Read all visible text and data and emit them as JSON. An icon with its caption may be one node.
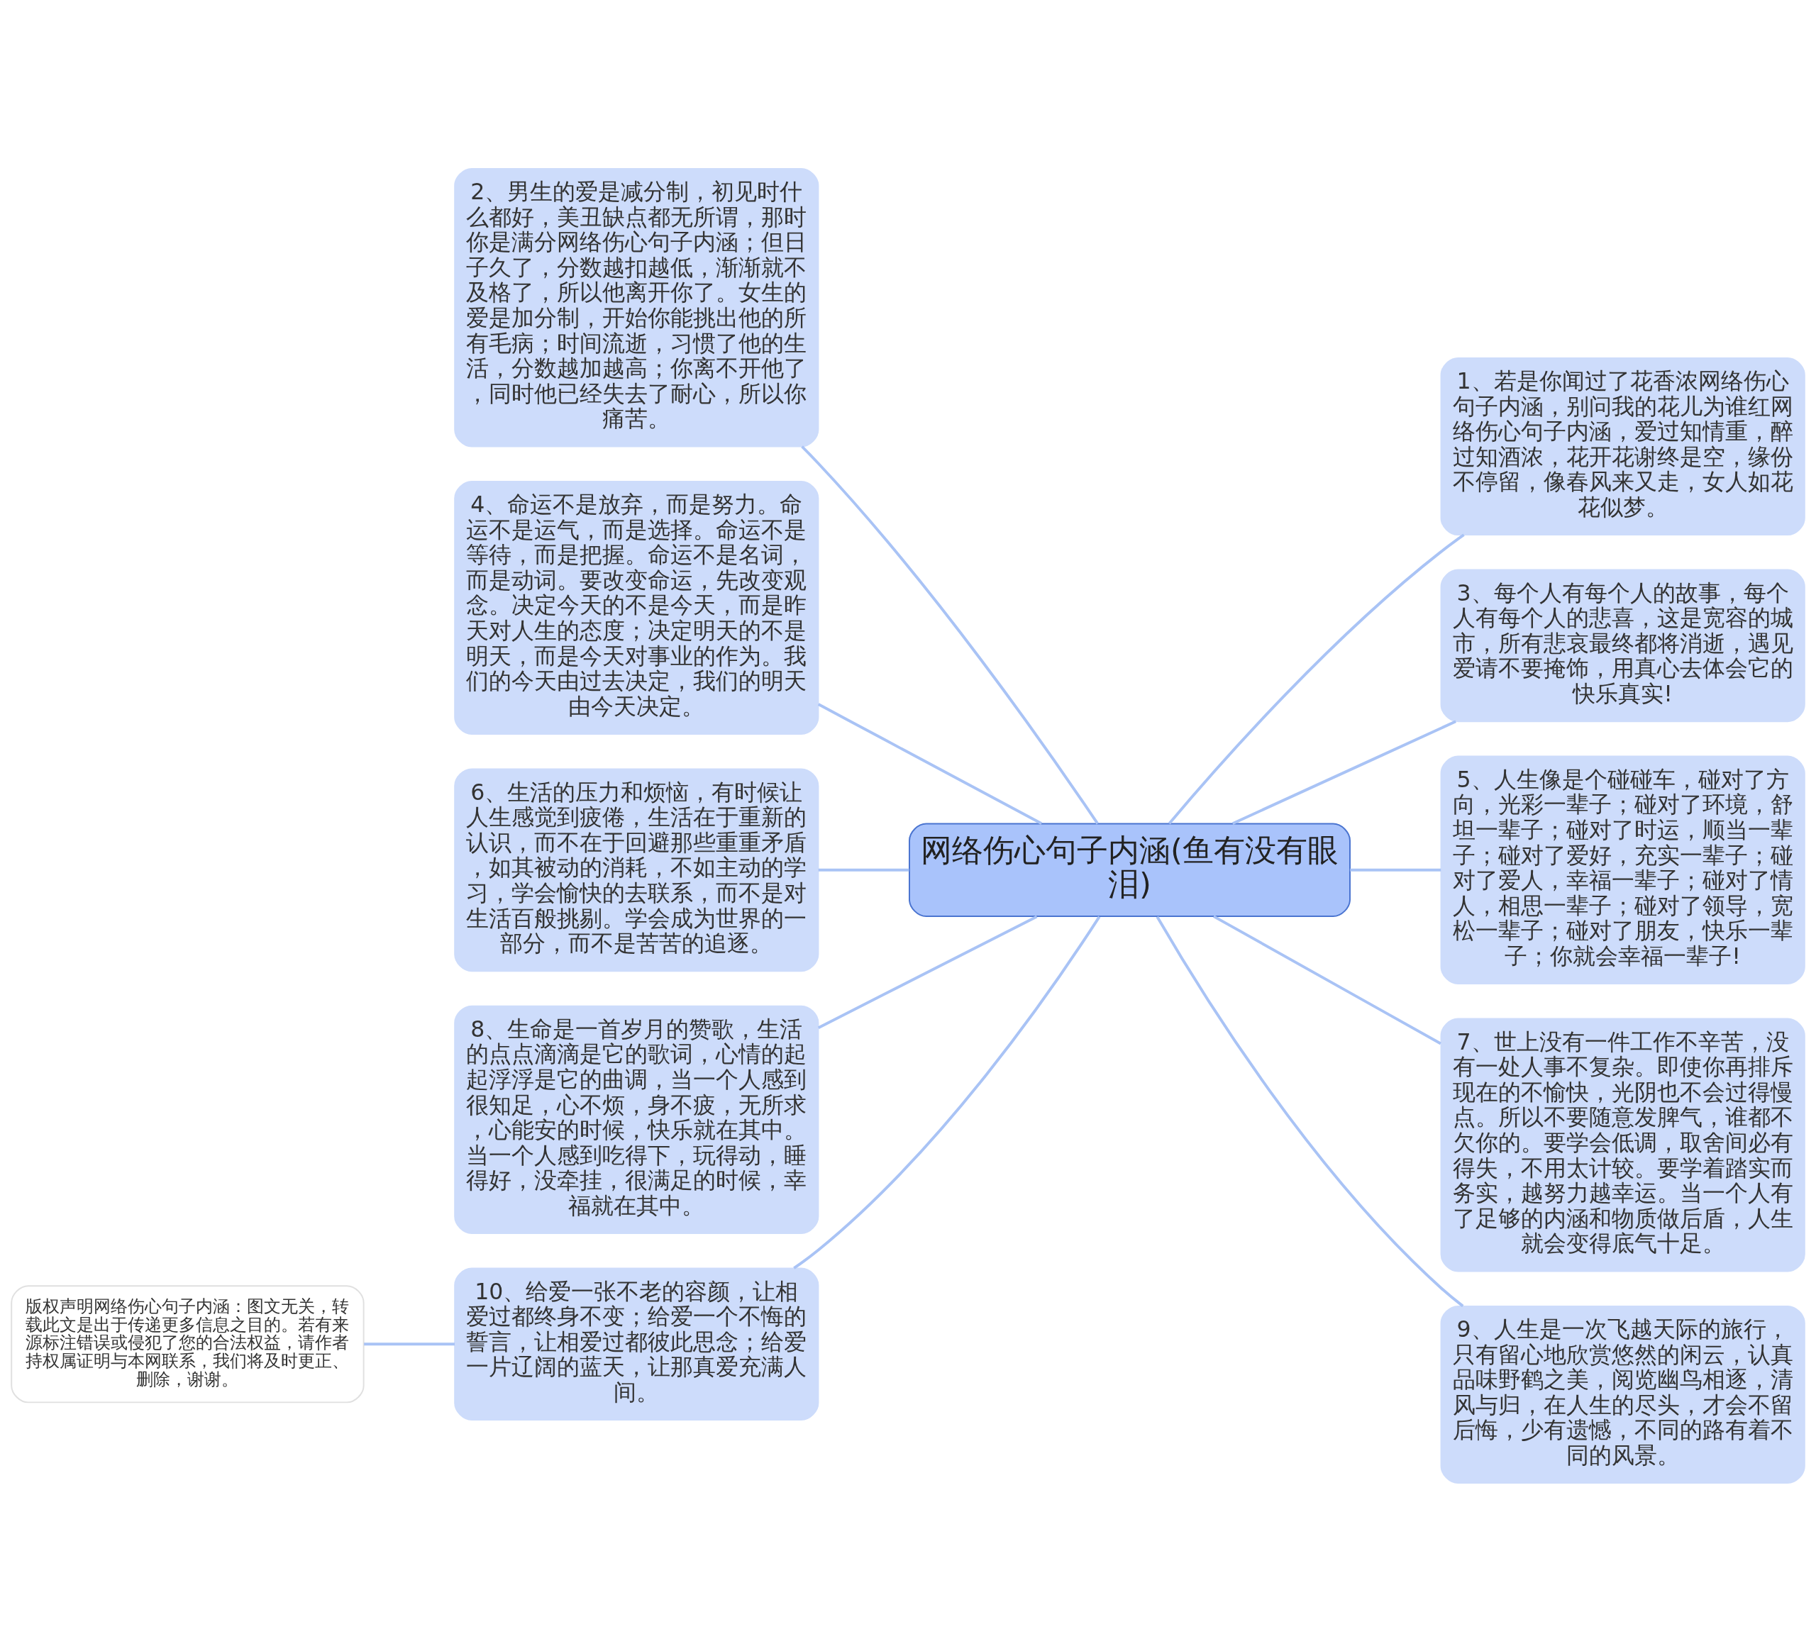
{
  "diagram": {
    "nodes": [
      {
        "text": [
          "网络伤心句子内涵(鱼有没有眼泪)"
        ]
      },
      {
        "text": [
          "1、若是你闻过了花香浓网络伤心句子内涵，别问我的花儿为谁红网络伤心句子内涵，爱过知情重，醉过知酒浓，花开花谢终是空，缘份不停留，像春风来又走，女人如花花似梦。"
        ]
      },
      {
        "text": [
          "2、男生的爱是减分制，初见时什么都好，美丑缺点都无所谓，那时你是满分网络伤心句子内涵；但日子久了，分数越扣越低，渐渐就不及格了，所以他离开你了。女生的爱是加分制，开始你能挑出他的所有毛病；时间流逝，习惯了他的生活，分数越加越高；你离不开他了，同时他已经失去了耐心，所以你痛苦。"
        ]
      },
      {
        "text": [
          "3、每个人有每个人的故事，每个人有每个人的悲喜，这是宽容的城市，所有悲哀最终都将消逝，遇见爱请不要掩饰，用真心去体会它的快乐真实!"
        ]
      },
      {
        "text": [
          "4、命运不是放弃，而是努力。命运不是运气，而是选择。命运不是等待，而是把握。命运不是名词，而是动词。要改变命运，先改变观念。决定今天的不是今天，而是昨天对人生的态度；决定明天的不是明天，而是今天对事业的作为。我们的今天由过去决定，我们的明天由今天决定。"
        ]
      },
      {
        "text": [
          "5、人生像是个碰碰车，碰对了方向，光彩一辈子；碰对了环境，舒坦一辈子；碰对了时运，顺当一辈子；碰对了爱好，充实一辈子；碰对了爱人，幸福一辈子；碰对了情人，相思一辈子；碰对了领导，宽松一辈子；碰对了朋友，快乐一辈子；你就会幸福一辈子!"
        ]
      },
      {
        "text": [
          "6、生活的压力和烦恼，有时候让人生感觉到疲倦，生活在于重新的认识，而不在于回避那些重重矛盾，如其被动的消耗，不如主动的学习，学会愉快的去联系，而不是对生活百般挑剔。学会成为世界的一部分，而不是苦苦的追逐。"
        ]
      },
      {
        "text": [
          "7、世上没有一件工作不辛苦，没有一处人事不复杂。即使你再排斥现在的不愉快，光阴也不会过得慢点。所以不要随意发脾气，谁都不欠你的。要学会低调，取舍间必有得失，不用太计较。要学着踏实而务实，越努力越幸运。当一个人有了足够的内涵和物质做后盾，人生就会变得底气十足。"
        ]
      },
      {
        "text": [
          "8、生命是一首岁月的赞歌，生活的点点滴滴是它的歌词，心情的起起浮浮是它的曲调，当一个人感到很知足，心不烦，身不疲，无所求，心能安的时候，快乐就在其中。当一个人感到吃得下，玩得动，睡得好，没牵挂，很满足的时候，幸福就在其中。"
        ]
      },
      {
        "text": [
          "9、人生是一次飞越天际的旅行，只有留心地欣赏悠然的闲云，认真品味野鹤之美，阅览幽鸟相逐，清风与归，在人生的尽头，才会不留后悔，少有遗憾，不同的路有着不同的风景。"
        ]
      },
      {
        "text": [
          "10、给爱一张不老的容颜，让相爱过都终身不变；给爱一个不悔的誓言，让相爱过都彼此思念；给爱一片辽阔的蓝天，让那真爱充满人间。"
        ]
      },
      {
        "text": [
          "版权声明网络伤心句子内涵：图文无关，转载此文是出于传递更多信息之目的。若有来源标注错误或侵犯了您的合法权益，请作者持权属证明与本网联系，我们将及时更正、删除，谢谢。"
        ]
      }
    ],
    "edges": [
      {
        "from": 0,
        "to": 1,
        "arrow": "none"
      },
      {
        "from": 2,
        "to": 0,
        "arrow": "none"
      },
      {
        "from": 0,
        "to": 3,
        "arrow": "none"
      },
      {
        "from": 4,
        "to": 0,
        "arrow": "none"
      },
      {
        "from": 0,
        "to": 5,
        "arrow": "none"
      },
      {
        "from": 6,
        "to": 0,
        "arrow": "none"
      },
      {
        "from": 0,
        "to": 7,
        "arrow": "none"
      },
      {
        "from": 8,
        "to": 0,
        "arrow": "none"
      },
      {
        "from": 0,
        "to": 9,
        "arrow": "none"
      },
      {
        "from": 10,
        "to": 0,
        "arrow": "none"
      },
      {
        "from": 11,
        "to": 10,
        "arrow": "none"
      }
    ]
  }
}
